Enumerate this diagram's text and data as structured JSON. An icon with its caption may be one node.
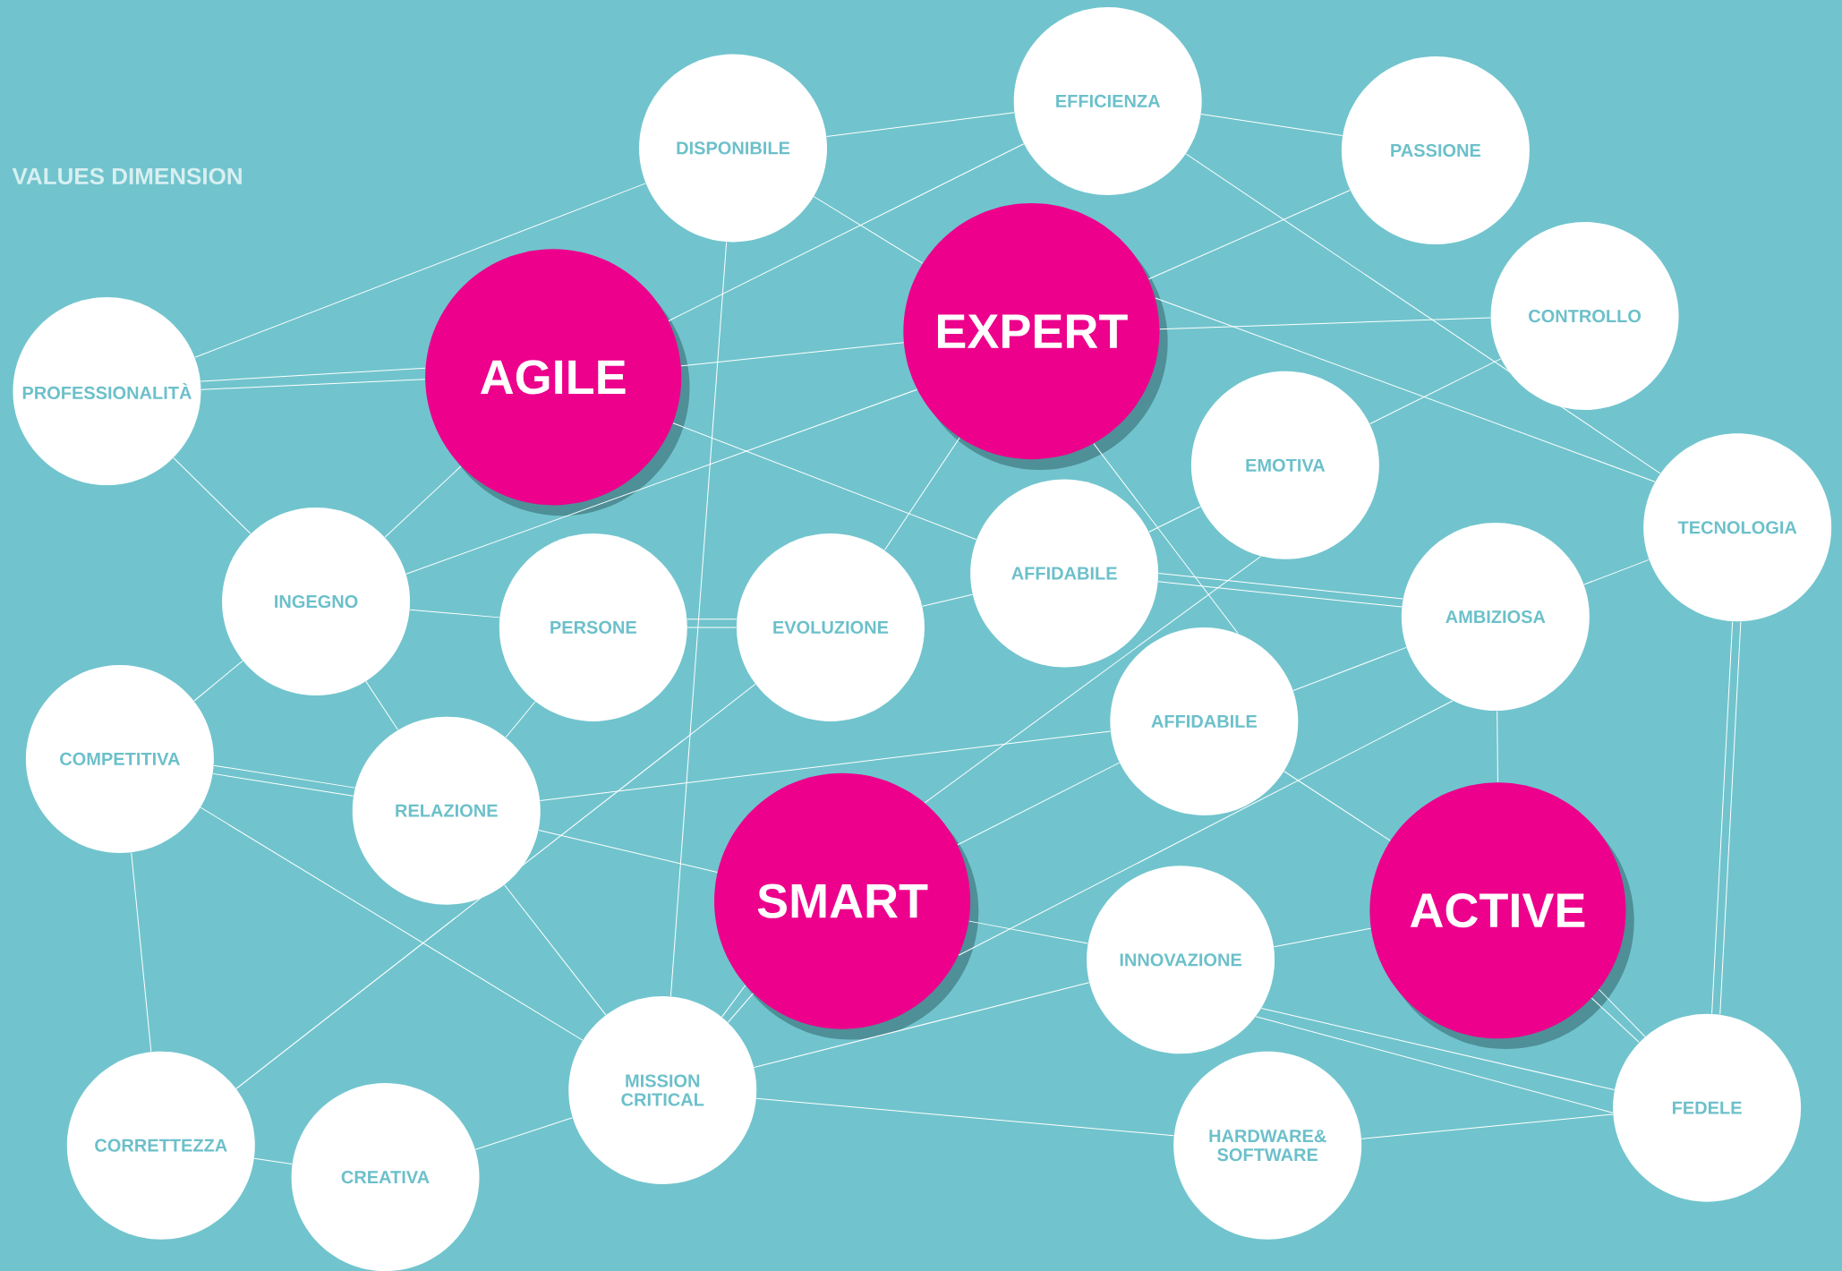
{
  "diagram": {
    "nodes": [
      {
        "text": [
          "EFFICIENZA"
        ]
      },
      {
        "text": [
          "DISPONIBILE"
        ]
      },
      {
        "text": [
          "PASSIONE"
        ]
      },
      {
        "text": [
          "CONTROLLO"
        ]
      },
      {
        "text": [
          "EXPERT"
        ]
      },
      {
        "text": [
          "AGILE"
        ]
      },
      {
        "text": [
          "PROFESSIONALITÀ"
        ]
      },
      {
        "text": [
          "EMOTIVA"
        ]
      },
      {
        "text": [
          "TECNOLOGIA"
        ]
      },
      {
        "text": [
          "AFFIDABILE"
        ]
      },
      {
        "text": [
          "INGEGNO"
        ]
      },
      {
        "text": [
          "AMBIZIOSA"
        ]
      },
      {
        "text": [
          "PERSONE"
        ]
      },
      {
        "text": [
          "EVOLUZIONE"
        ]
      },
      {
        "text": [
          "AFFIDABILE"
        ]
      },
      {
        "text": [
          "COMPETITIVA"
        ]
      },
      {
        "text": [
          "RELAZIONE"
        ]
      },
      {
        "text": [
          "SMART"
        ]
      },
      {
        "text": [
          "ACTIVE"
        ]
      },
      {
        "text": [
          "INNOVAZIONE"
        ]
      },
      {
        "text": [
          "FEDELE"
        ]
      },
      {
        "text": [
          "MISSION CRITICAL"
        ]
      },
      {
        "text": [
          "CORRETTEZZA"
        ]
      },
      {
        "text": [
          "HARDWARE& SOFTWARE"
        ]
      },
      {
        "text": [
          "CREATIVA"
        ]
      }
    ],
    "edges": [
      {
        "from": 1,
        "to": 0,
        "arrow": "none"
      },
      {
        "from": 0,
        "to": 2,
        "arrow": "none"
      },
      {
        "from": 1,
        "to": 4,
        "arrow": "none"
      },
      {
        "from": 1,
        "to": 6,
        "arrow": "none"
      },
      {
        "from": 1,
        "to": 21,
        "arrow": "none"
      },
      {
        "from": 0,
        "to": 5,
        "arrow": "none"
      },
      {
        "from": 0,
        "to": 8,
        "arrow": "none"
      },
      {
        "from": 2,
        "to": 4,
        "arrow": "none"
      },
      {
        "from": 4,
        "to": 8,
        "arrow": "none"
      },
      {
        "from": 5,
        "to": 4,
        "arrow": "none"
      },
      {
        "from": 4,
        "to": 3,
        "arrow": "none"
      },
      {
        "from": 3,
        "to": 7,
        "arrow": "none"
      },
      {
        "from": 4,
        "to": 14,
        "arrow": "none"
      },
      {
        "from": 4,
        "to": 10,
        "arrow": "none"
      },
      {
        "from": 4,
        "to": 13,
        "arrow": "none"
      },
      {
        "from": 13,
        "to": 12,
        "arrow": "none"
      },
      {
        "from": 6,
        "to": 5,
        "arrow": "none"
      },
      {
        "from": 6,
        "to": 5,
        "arrow": "none"
      },
      {
        "from": 5,
        "to": 9,
        "arrow": "none"
      },
      {
        "from": 6,
        "to": 10,
        "arrow": "none"
      },
      {
        "from": 5,
        "to": 10,
        "arrow": "none"
      },
      {
        "from": 10,
        "to": 12,
        "arrow": "none"
      },
      {
        "from": 12,
        "to": 13,
        "arrow": "none"
      },
      {
        "from": 13,
        "to": 9,
        "arrow": "none"
      },
      {
        "from": 9,
        "to": 11,
        "arrow": "none"
      },
      {
        "from": 9,
        "to": 11,
        "arrow": "none"
      },
      {
        "from": 9,
        "to": 7,
        "arrow": "none"
      },
      {
        "from": 7,
        "to": 17,
        "arrow": "none"
      },
      {
        "from": 11,
        "to": 8,
        "arrow": "none"
      },
      {
        "from": 8,
        "to": 20,
        "arrow": "none"
      },
      {
        "from": 8,
        "to": 20,
        "arrow": "none"
      },
      {
        "from": 11,
        "to": 18,
        "arrow": "none"
      },
      {
        "from": 18,
        "to": 20,
        "arrow": "none"
      },
      {
        "from": 18,
        "to": 20,
        "arrow": "none"
      },
      {
        "from": 14,
        "to": 18,
        "arrow": "none"
      },
      {
        "from": 17,
        "to": 14,
        "arrow": "none"
      },
      {
        "from": 14,
        "to": 11,
        "arrow": "none"
      },
      {
        "from": 17,
        "to": 11,
        "arrow": "none"
      },
      {
        "from": 22,
        "to": 13,
        "arrow": "none"
      },
      {
        "from": 10,
        "to": 15,
        "arrow": "none"
      },
      {
        "from": 10,
        "to": 16,
        "arrow": "none"
      },
      {
        "from": 12,
        "to": 16,
        "arrow": "none"
      },
      {
        "from": 15,
        "to": 16,
        "arrow": "none"
      },
      {
        "from": 15,
        "to": 16,
        "arrow": "none"
      },
      {
        "from": 16,
        "to": 14,
        "arrow": "none"
      },
      {
        "from": 15,
        "to": 21,
        "arrow": "none"
      },
      {
        "from": 15,
        "to": 22,
        "arrow": "none"
      },
      {
        "from": 16,
        "to": 17,
        "arrow": "none"
      },
      {
        "from": 16,
        "to": 21,
        "arrow": "none"
      },
      {
        "from": 22,
        "to": 24,
        "arrow": "none"
      },
      {
        "from": 24,
        "to": 21,
        "arrow": "none"
      },
      {
        "from": 21,
        "to": 23,
        "arrow": "none"
      },
      {
        "from": 23,
        "to": 20,
        "arrow": "none"
      },
      {
        "from": 21,
        "to": 17,
        "arrow": "none"
      },
      {
        "from": 21,
        "to": 17,
        "arrow": "none"
      },
      {
        "from": 21,
        "to": 19,
        "arrow": "none"
      },
      {
        "from": 17,
        "to": 19,
        "arrow": "none"
      },
      {
        "from": 19,
        "to": 18,
        "arrow": "none"
      },
      {
        "from": 19,
        "to": 20,
        "arrow": "none"
      },
      {
        "from": 19,
        "to": 20,
        "arrow": "none"
      }
    ],
    "labels": [
      "VALUES DIMENSION"
    ]
  }
}
